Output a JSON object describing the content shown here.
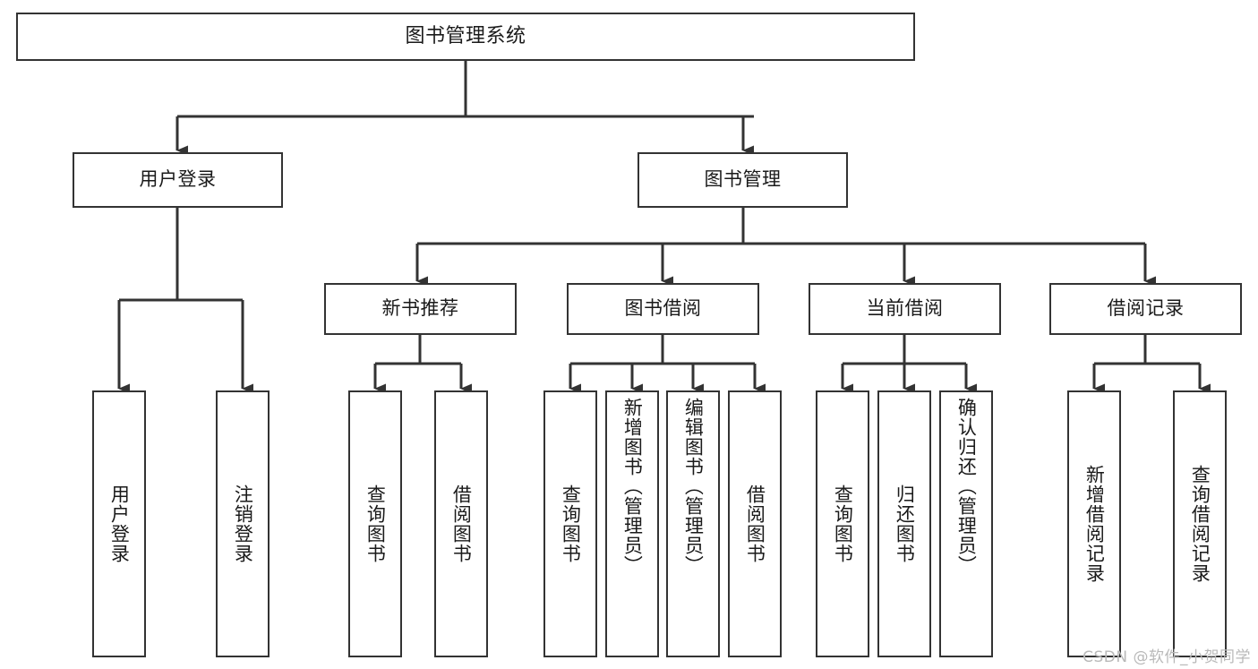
{
  "diagram": {
    "type": "tree-hierarchy",
    "title": "图书管理系统",
    "watermark": "CSDN @软件_小贺同学",
    "colors": {
      "node_border": "#333333",
      "node_fill": "#ffffff",
      "connector": "#333333",
      "text": "#1a1a1a",
      "watermark": "#b9b9b9",
      "background": "#ffffff"
    },
    "nodes": {
      "root": {
        "label": "图书管理系统"
      },
      "level2": [
        {
          "id": "user-login",
          "label": "用户登录"
        },
        {
          "id": "book-management",
          "label": "图书管理"
        }
      ],
      "level3": [
        {
          "id": "new-book-recommend",
          "label": "新书推荐"
        },
        {
          "id": "book-borrow",
          "label": "图书借阅"
        },
        {
          "id": "current-borrow",
          "label": "当前借阅"
        },
        {
          "id": "borrow-record",
          "label": "借阅记录"
        }
      ],
      "leaves": [
        {
          "id": "leaf-user-login",
          "label": "用户登录",
          "parent": "user-login"
        },
        {
          "id": "leaf-logout-login",
          "label": "注销登录",
          "parent": "user-login"
        },
        {
          "id": "leaf-query-book-1",
          "label": "查询图书",
          "parent": "new-book-recommend"
        },
        {
          "id": "leaf-borrow-book-1",
          "label": "借阅图书",
          "parent": "new-book-recommend"
        },
        {
          "id": "leaf-query-book-2",
          "label": "查询图书",
          "parent": "book-borrow"
        },
        {
          "id": "leaf-add-book",
          "label": "新增图书（管理员）",
          "parent": "book-borrow"
        },
        {
          "id": "leaf-edit-book",
          "label": "编辑图书（管理员）",
          "parent": "book-borrow"
        },
        {
          "id": "leaf-borrow-book-2",
          "label": "借阅图书",
          "parent": "book-borrow"
        },
        {
          "id": "leaf-query-book-3",
          "label": "查询图书",
          "parent": "current-borrow"
        },
        {
          "id": "leaf-return-book",
          "label": "归还图书",
          "parent": "current-borrow"
        },
        {
          "id": "leaf-confirm-return",
          "label": "确认归还（管理员）",
          "parent": "current-borrow"
        },
        {
          "id": "leaf-add-record",
          "label": "新增借阅记录",
          "parent": "borrow-record"
        },
        {
          "id": "leaf-query-record",
          "label": "查询借阅记录",
          "parent": "borrow-record"
        }
      ]
    }
  }
}
